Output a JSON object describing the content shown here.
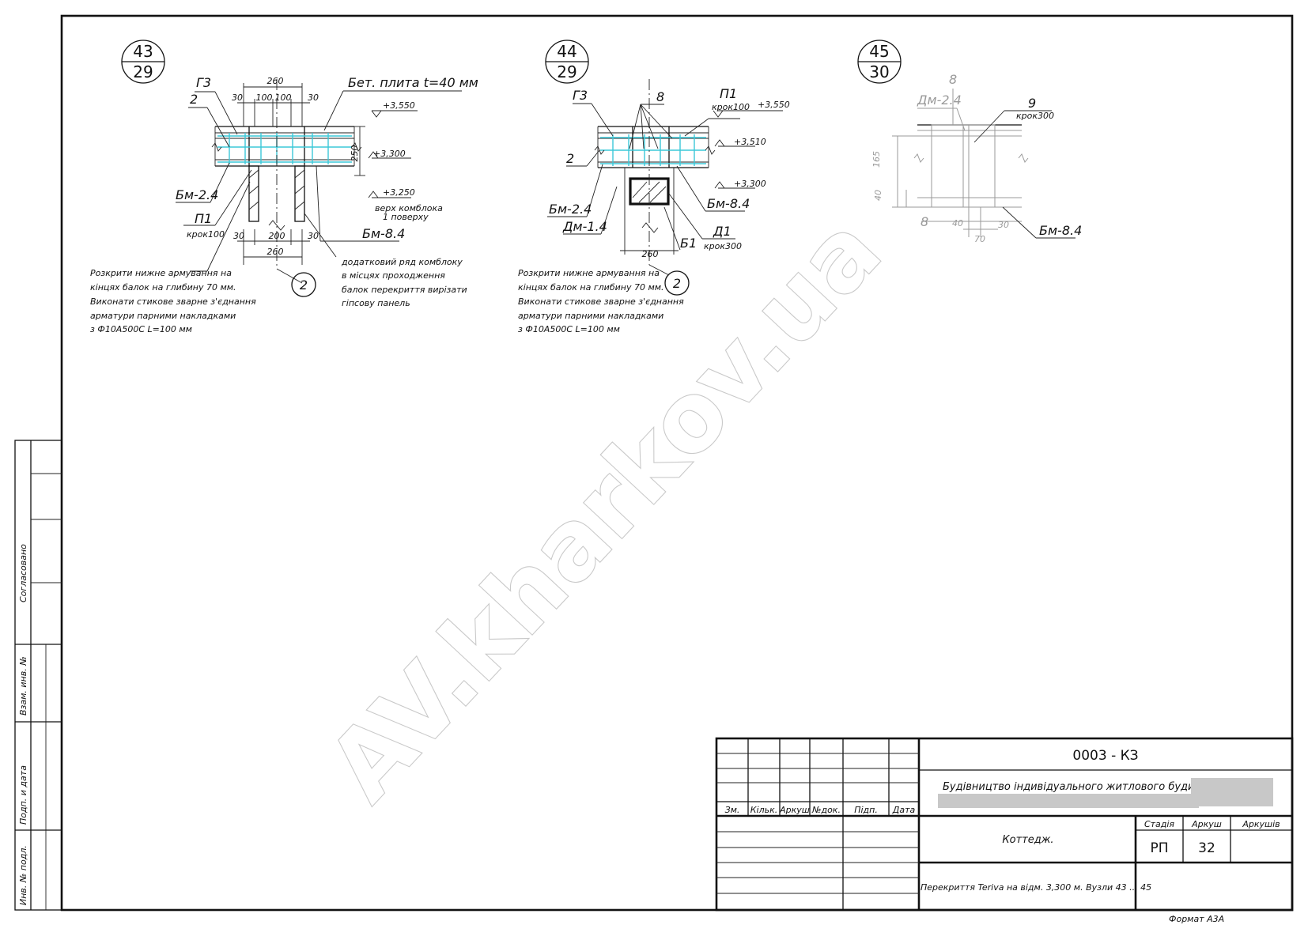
{
  "watermark": "AV.kharkov.ua",
  "node43": {
    "num": "43",
    "sheet": "29",
    "labels": {
      "g3": "Г3",
      "two": "2",
      "bet": "Бет. плита t=40 мм",
      "bm24": "Бм-2.4",
      "p1": "П1",
      "krok": "крок100",
      "bm84": "Бм-8.4"
    },
    "dims_top": {
      "total": "260",
      "a": "30",
      "b": "100",
      "c": "100",
      "d": "30"
    },
    "dims_bot": {
      "a": "30",
      "b": "200",
      "c": "30",
      "total": "260"
    },
    "height": "250",
    "levels": {
      "l1": "+3,550",
      "l2": "+3,300",
      "l3": "+3,250"
    },
    "note_small": [
      "верх комблока",
      "1 поверху"
    ],
    "axis": "2",
    "note_left": [
      "Розкрити нижне армування на",
      "кінцях балок на глибину 70 мм.",
      "Виконати стикове зварне з'єднання",
      " арматури парними накладками",
      "з Ф10А500С L=100 мм"
    ],
    "note_right": [
      "додатковий ряд комблоку",
      "в місцях проходження",
      "балок перекриття вирізати",
      "гіпсову панель"
    ]
  },
  "node44": {
    "num": "44",
    "sheet": "29",
    "labels": {
      "g3": "Г3",
      "eight": "8",
      "p1": "П1",
      "krok100": "крок100",
      "two": "2",
      "bm24": "Бм-2.4",
      "dm14": "Дм-1.4",
      "bm84": "Бм-8.4",
      "d1": "Д1",
      "krok300": "крок300",
      "b1": "Б1"
    },
    "levels": {
      "l1": "+3,550",
      "l2": "+3,510",
      "l3": "+3,300"
    },
    "dim": "260",
    "axis": "2",
    "note": [
      "Розкрити нижне армування на",
      "кінцях балок на глибину 70 мм.",
      "Виконати стикове зварне з'єднання",
      " арматури парними накладками",
      "з Ф10А500С L=100 мм"
    ]
  },
  "node45": {
    "num": "45",
    "sheet": "30",
    "labels": {
      "eight_top": "8",
      "dm24": "Дм-2.4",
      "nine": "9",
      "krok300": "крок300",
      "bm84": "Бм-8.4",
      "eight_bot": "8"
    },
    "dims": {
      "h165": "165",
      "h40": "40",
      "w40": "40",
      "w30": "30",
      "w70": "70"
    }
  },
  "side_stamp": {
    "soglas": "Согласовано",
    "vzam": "Взам. инв. №",
    "podp": "Подп. и дата",
    "inv": "Инв. № подл."
  },
  "title_block": {
    "code": "0003 - КЗ",
    "project": "Будівництво індивідуального житлового будинку по вул.",
    "headers": [
      "Зм.",
      "Кільк.",
      "Аркуш",
      "№док.",
      "Підп.",
      "Дата"
    ],
    "object": "Коттедж.",
    "stage_h": "Стадія",
    "sheet_h": "Аркуш",
    "sheets_h": "Аркушів",
    "stage": "РП",
    "sheet": "32",
    "sheets": "",
    "drawing": "Перекриття Teriva на відм. 3,300 м. Вузли 43 ... 45",
    "format": "Формат А3А"
  }
}
